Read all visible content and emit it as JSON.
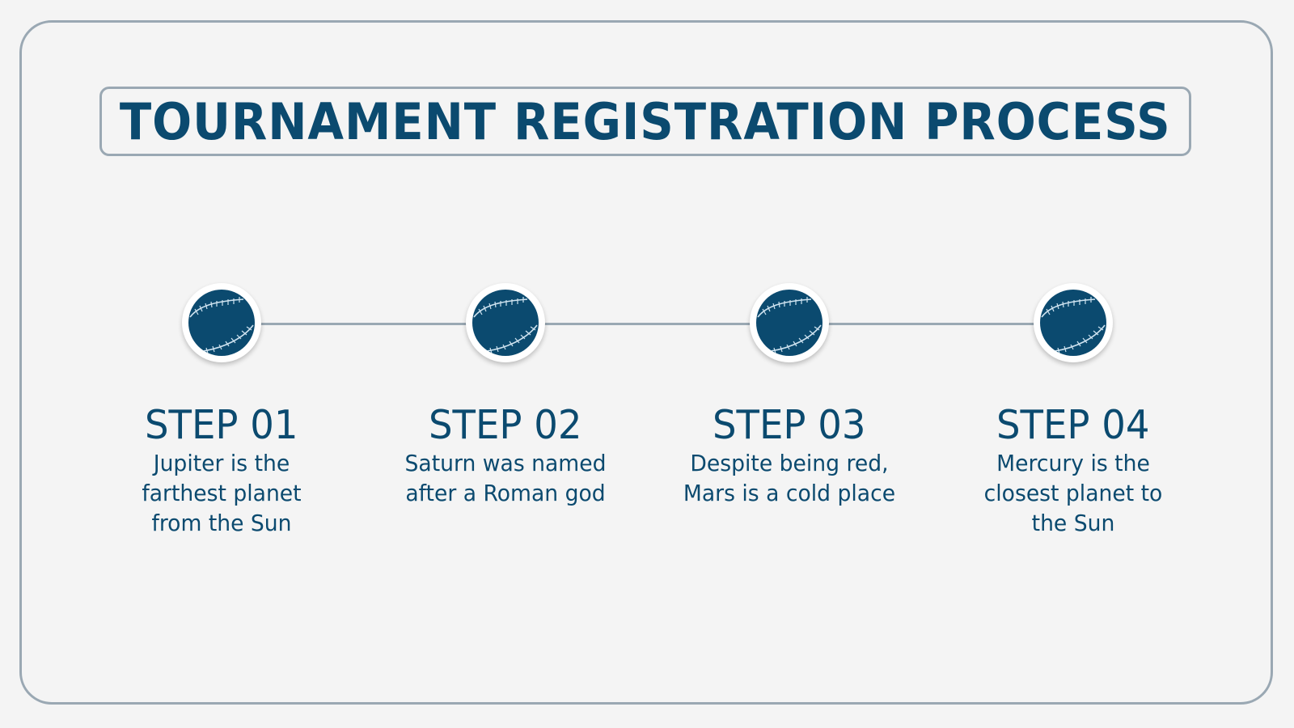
{
  "title": "TOURNAMENT REGISTRATION PROCESS",
  "colors": {
    "primary": "#0b4a6f",
    "border": "#9aa8b3",
    "background": "#f4f4f4"
  },
  "steps": [
    {
      "label": "STEP 01",
      "icon": "baseball-icon",
      "description": "Jupiter is the farthest planet from the Sun"
    },
    {
      "label": "STEP 02",
      "icon": "baseball-icon",
      "description": "Saturn was named after a Roman god"
    },
    {
      "label": "STEP 03",
      "icon": "baseball-icon",
      "description": "Despite being red, Mars is a cold place"
    },
    {
      "label": "STEP 04",
      "icon": "baseball-icon",
      "description": "Mercury is the closest planet to the Sun"
    }
  ]
}
